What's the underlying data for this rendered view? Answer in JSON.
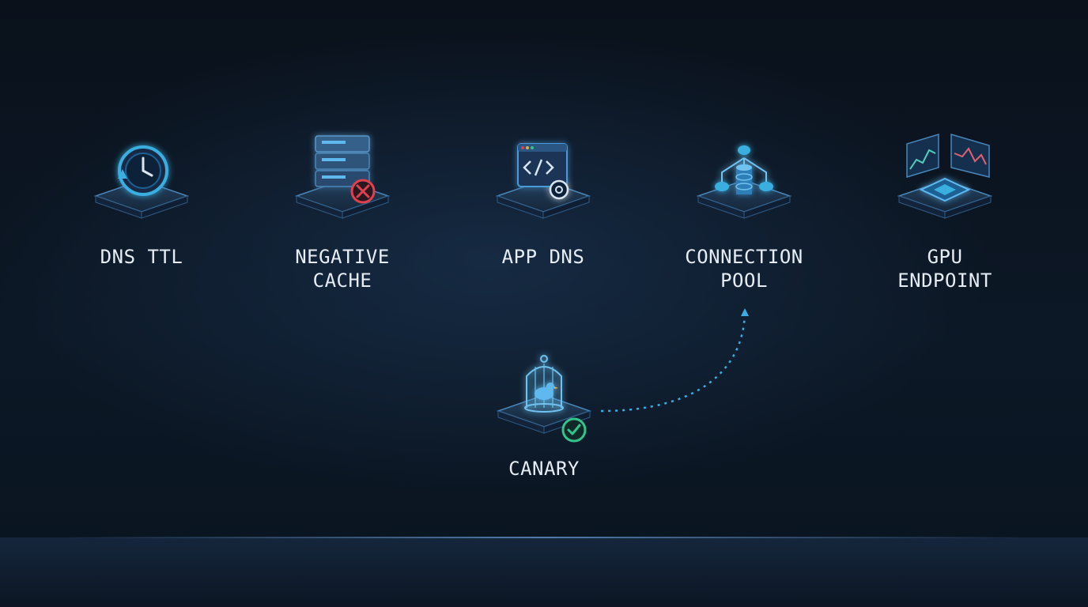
{
  "nodes": [
    {
      "id": "dns-ttl",
      "icon": "clock-refresh-icon",
      "lines": [
        "DNS TTL"
      ]
    },
    {
      "id": "negative-cache",
      "icon": "server-error-icon",
      "lines": [
        "NEGATIVE",
        "CACHE"
      ]
    },
    {
      "id": "app-dns",
      "icon": "code-window-icon",
      "lines": [
        "APP DNS"
      ]
    },
    {
      "id": "connection-pool",
      "icon": "database-network-icon",
      "lines": [
        "CONNECTION",
        "POOL"
      ]
    },
    {
      "id": "gpu-endpoint",
      "icon": "gpu-chip-icon",
      "lines": [
        "GPU",
        "ENDPOINT"
      ]
    },
    {
      "id": "canary",
      "icon": "birdcage-icon",
      "lines": [
        "CANARY"
      ]
    }
  ],
  "colors": {
    "accent": "#3aaee0",
    "platform_top": "#1c3550",
    "platform_edge": "#4a86b8",
    "error": "#e0414f",
    "success": "#34c48b",
    "text": "#e6edf5"
  }
}
